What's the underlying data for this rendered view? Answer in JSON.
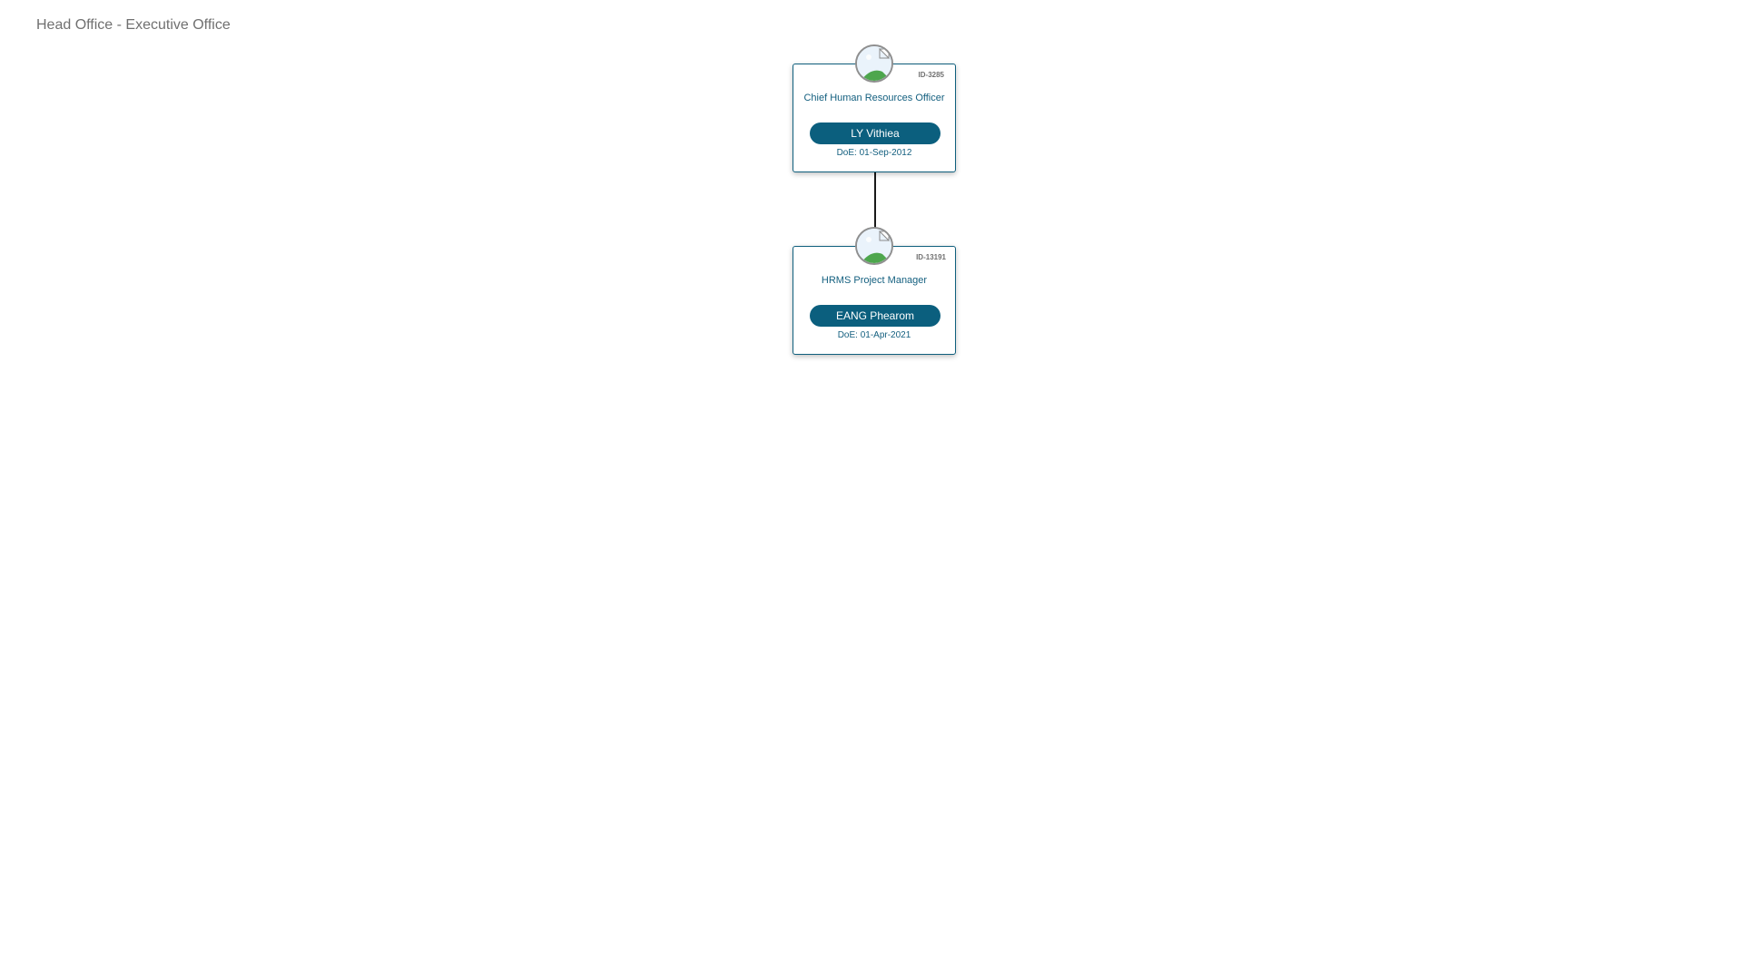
{
  "page": {
    "title": "Head Office - Executive Office"
  },
  "nodes": [
    {
      "id": "ID-3285",
      "role": "Chief Human Resources Officer",
      "name": "LY Vithiea",
      "date": "DoE: 01-Sep-2012",
      "avatar_icon": "broken-image-icon"
    },
    {
      "id": "ID-13191",
      "role": "HRMS Project Manager",
      "name": "EANG Phearom",
      "date": "DoE: 01-Apr-2021",
      "avatar_icon": "broken-image-icon"
    }
  ],
  "connections": [
    {
      "from": "ID-3285",
      "to": "ID-13191"
    }
  ],
  "colors": {
    "accent": "#0B5F7E",
    "card_border": "#0F5F7D",
    "title_text": "#707070",
    "role_text": "#135F7F"
  }
}
